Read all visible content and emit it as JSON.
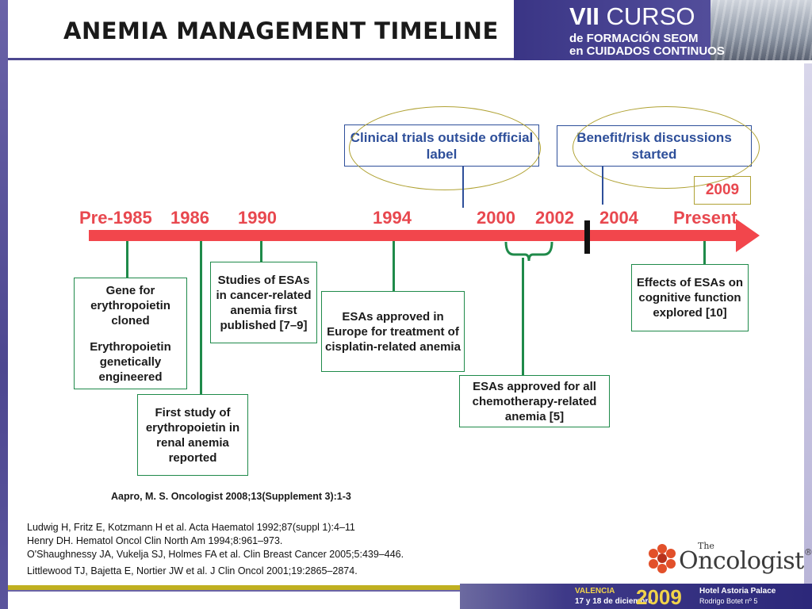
{
  "title": "ANEMIA MANAGEMENT TIMELINE",
  "banner": {
    "line1_a": "VII",
    "line1_b": "CURSO",
    "line2_a": "de FORMACIÓN",
    "line2_b": "SEOM",
    "line3": "en CUIDADOS CONTINUOS"
  },
  "timeline": {
    "years": [
      "Pre-1985",
      "1986",
      "1990",
      "1994",
      "2000",
      "2002",
      "2004",
      "Present"
    ],
    "marker_year": "2009",
    "top_events": [
      "Clinical trials outside official label",
      "Benefit/risk discussions started"
    ],
    "events": {
      "gene": [
        "Gene for erythropoietin cloned",
        "Erythropoietin genetically engineered"
      ],
      "renal": "First study of erythropoietin in renal anemia reported",
      "studies": "Studies of ESAs in cancer-related anemia first published [7–9]",
      "europe": "ESAs approved in Europe for treatment of cisplatin-related anemia",
      "chemo": "ESAs approved for all chemotherapy-related anemia [5]",
      "cognitive": "Effects of ESAs on cognitive function explored [10]"
    }
  },
  "source": "Aapro, M. S. Oncologist 2008;13(Supplement 3):1-3",
  "references": [
    "Ludwig H, Fritz E, Kotzmann H et al.  Acta Haematol 1992;87(suppl 1):4–11",
    "Henry DH.  Hematol Oncol Clin North Am 1994;8:961–973.",
    "O'Shaughnessy JA, Vukelja SJ, Holmes FA et al.  Clin Breast Cancer 2005;5:439–446.",
    "Littlewood TJ, Bajetta E, Nortier JW et al.  J Clin Oncol 2001;19:2865–2874."
  ],
  "logo": {
    "small": "The",
    "name": "Oncologist",
    "mark": "®"
  },
  "footer": {
    "city": "VALENCIA",
    "dates": "17 y 18 de diciembre",
    "year": "2009",
    "hotel": "Hotel Astoria Palace",
    "address": "Rodrigo Botet nº 5"
  },
  "colors": {
    "accent_red": "#f2464c",
    "box_green": "#1f8a4a",
    "label_blue": "#2e4f9a",
    "ellipse_olive": "#b0a234",
    "frame_purple": "#4d4790"
  },
  "icons": [
    "oncologist-flower-icon"
  ]
}
